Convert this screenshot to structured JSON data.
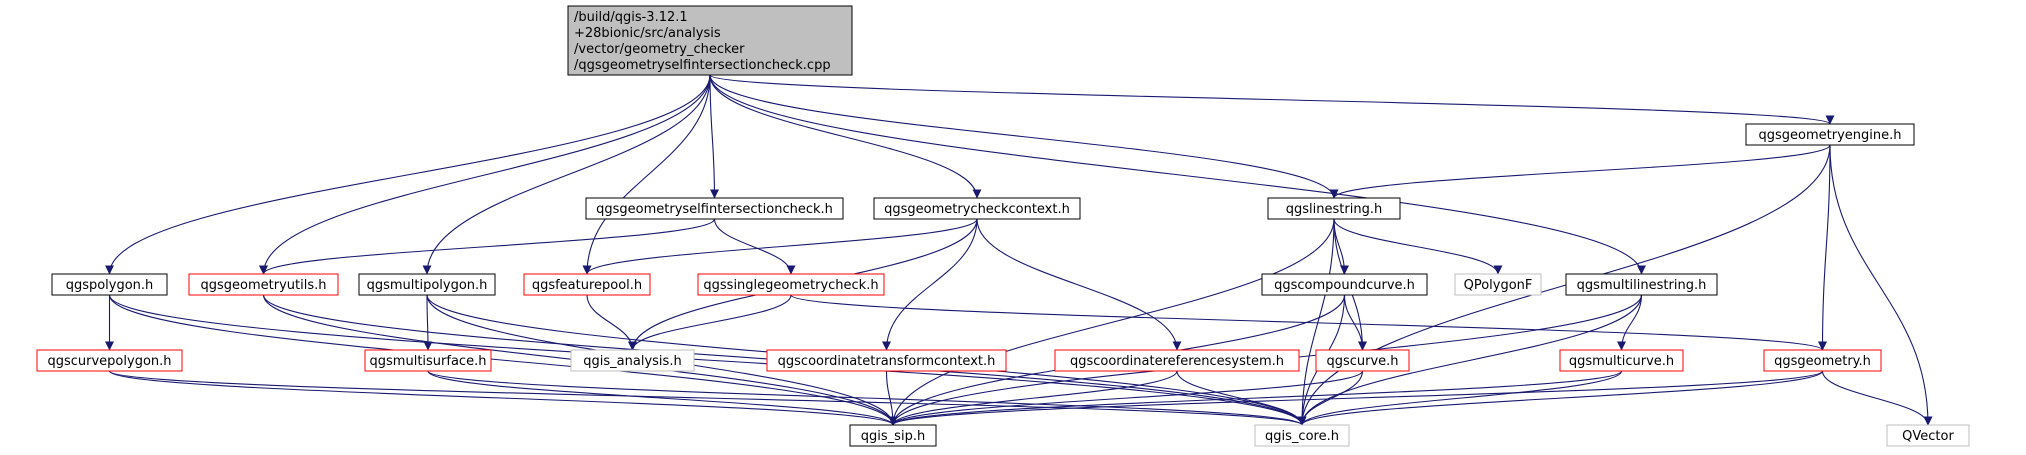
{
  "diagram": {
    "root": {
      "lines": [
        "/build/qgis-3.12.1",
        "+28bionic/src/analysis",
        "/vector/geometry_checker",
        "/qgsgeometryselfintersectioncheck.cpp"
      ],
      "fill": "#bfbfbf"
    },
    "nodes": [
      {
        "id": "qgsgeometryengine",
        "label": "qgsgeometryengine.h",
        "border": "#000000"
      },
      {
        "id": "qgsgeometryselfintersectioncheck",
        "label": "qgsgeometryselfintersectioncheck.h",
        "border": "#000000"
      },
      {
        "id": "qgsgeometrycheckcontext",
        "label": "qgsgeometrycheckcontext.h",
        "border": "#000000"
      },
      {
        "id": "qgslinestring",
        "label": "qgslinestring.h",
        "border": "#000000"
      },
      {
        "id": "qgspolygon",
        "label": "qgspolygon.h",
        "border": "#000000"
      },
      {
        "id": "qgsgeometryutils",
        "label": "qgsgeometryutils.h",
        "border": "#ff0000"
      },
      {
        "id": "qgsmultipolygon",
        "label": "qgsmultipolygon.h",
        "border": "#000000"
      },
      {
        "id": "qgsfeaturepool",
        "label": "qgsfeaturepool.h",
        "border": "#ff0000"
      },
      {
        "id": "qgssinglegeometrycheck",
        "label": "qgssinglegeometrycheck.h",
        "border": "#ff0000"
      },
      {
        "id": "qgscompoundcurve",
        "label": "qgscompoundcurve.h",
        "border": "#000000"
      },
      {
        "id": "qpolygonf",
        "label": "QPolygonF",
        "border": "#bfbfbf"
      },
      {
        "id": "qgsmultilinestring",
        "label": "qgsmultilinestring.h",
        "border": "#000000"
      },
      {
        "id": "qgscurvepolygon",
        "label": "qgscurvepolygon.h",
        "border": "#ff0000"
      },
      {
        "id": "qgsmultisurface",
        "label": "qgsmultisurface.h",
        "border": "#ff0000"
      },
      {
        "id": "qgis_analysis",
        "label": "qgis_analysis.h",
        "border": "#bfbfbf"
      },
      {
        "id": "qgscoordinatetransformcontext",
        "label": "qgscoordinatetransformcontext.h",
        "border": "#ff0000"
      },
      {
        "id": "qgscoordinatereferencesystem",
        "label": "qgscoordinatereferencesystem.h",
        "border": "#ff0000"
      },
      {
        "id": "qgscurve",
        "label": "qgscurve.h",
        "border": "#ff0000"
      },
      {
        "id": "qgsmulticurve",
        "label": "qgsmulticurve.h",
        "border": "#ff0000"
      },
      {
        "id": "qgsgeometry",
        "label": "qgsgeometry.h",
        "border": "#ff0000"
      },
      {
        "id": "qgis_sip",
        "label": "qgis_sip.h",
        "border": "#000000"
      },
      {
        "id": "qgis_core",
        "label": "qgis_core.h",
        "border": "#bfbfbf"
      },
      {
        "id": "qvector",
        "label": "QVector",
        "border": "#bfbfbf"
      }
    ],
    "edges": [
      [
        "root",
        "qgsgeometryengine"
      ],
      [
        "root",
        "qgsgeometryselfintersectioncheck"
      ],
      [
        "root",
        "qgsgeometrycheckcontext"
      ],
      [
        "root",
        "qgslinestring"
      ],
      [
        "root",
        "qgspolygon"
      ],
      [
        "root",
        "qgsgeometryutils"
      ],
      [
        "root",
        "qgsmultipolygon"
      ],
      [
        "root",
        "qgsfeaturepool"
      ],
      [
        "root",
        "qgsmultilinestring"
      ],
      [
        "qgsgeometryengine",
        "qgslinestring"
      ],
      [
        "qgsgeometryengine",
        "qgsgeometry"
      ],
      [
        "qgsgeometryengine",
        "qgis_core"
      ],
      [
        "qgsgeometryengine",
        "qvector"
      ],
      [
        "qgsgeometryselfintersectioncheck",
        "qgsgeometryutils"
      ],
      [
        "qgsgeometryselfintersectioncheck",
        "qgssinglegeometrycheck"
      ],
      [
        "qgsgeometrycheckcontext",
        "qgsfeaturepool"
      ],
      [
        "qgsgeometrycheckcontext",
        "qgis_analysis"
      ],
      [
        "qgsgeometrycheckcontext",
        "qgscoordinatetransformcontext"
      ],
      [
        "qgsgeometrycheckcontext",
        "qgscoordinatereferencesystem"
      ],
      [
        "qgslinestring",
        "qgscompoundcurve"
      ],
      [
        "qgslinestring",
        "qpolygonf"
      ],
      [
        "qgslinestring",
        "qgscurve"
      ],
      [
        "qgslinestring",
        "qgis_sip"
      ],
      [
        "qgslinestring",
        "qgis_core"
      ],
      [
        "qgspolygon",
        "qgscurvepolygon"
      ],
      [
        "qgspolygon",
        "qgis_sip"
      ],
      [
        "qgspolygon",
        "qgis_core"
      ],
      [
        "qgsgeometryutils",
        "qgis_sip"
      ],
      [
        "qgsgeometryutils",
        "qgis_core"
      ],
      [
        "qgsmultipolygon",
        "qgsmultisurface"
      ],
      [
        "qgsmultipolygon",
        "qgis_sip"
      ],
      [
        "qgsmultipolygon",
        "qgis_core"
      ],
      [
        "qgsfeaturepool",
        "qgis_analysis"
      ],
      [
        "qgssinglegeometrycheck",
        "qgis_analysis"
      ],
      [
        "qgssinglegeometrycheck",
        "qgsgeometry"
      ],
      [
        "qgscompoundcurve",
        "qgscurve"
      ],
      [
        "qgscompoundcurve",
        "qgis_sip"
      ],
      [
        "qgscompoundcurve",
        "qgis_core"
      ],
      [
        "qgsmultilinestring",
        "qgsmulticurve"
      ],
      [
        "qgsmultilinestring",
        "qgis_sip"
      ],
      [
        "qgsmultilinestring",
        "qgis_core"
      ],
      [
        "qgscurvepolygon",
        "qgis_sip"
      ],
      [
        "qgscurvepolygon",
        "qgis_core"
      ],
      [
        "qgsmultisurface",
        "qgis_sip"
      ],
      [
        "qgsmultisurface",
        "qgis_core"
      ],
      [
        "qgscoordinatetransformcontext",
        "qgis_sip"
      ],
      [
        "qgscoordinatereferencesystem",
        "qgis_sip"
      ],
      [
        "qgscoordinatereferencesystem",
        "qgis_core"
      ],
      [
        "qgscurve",
        "qgis_sip"
      ],
      [
        "qgscurve",
        "qgis_core"
      ],
      [
        "qgsmulticurve",
        "qgis_sip"
      ],
      [
        "qgsmulticurve",
        "qgis_core"
      ],
      [
        "qgsgeometry",
        "qgis_sip"
      ],
      [
        "qgsgeometry",
        "qgis_core"
      ],
      [
        "qgsgeometry",
        "qvector"
      ]
    ],
    "edge_color": "#191970"
  }
}
